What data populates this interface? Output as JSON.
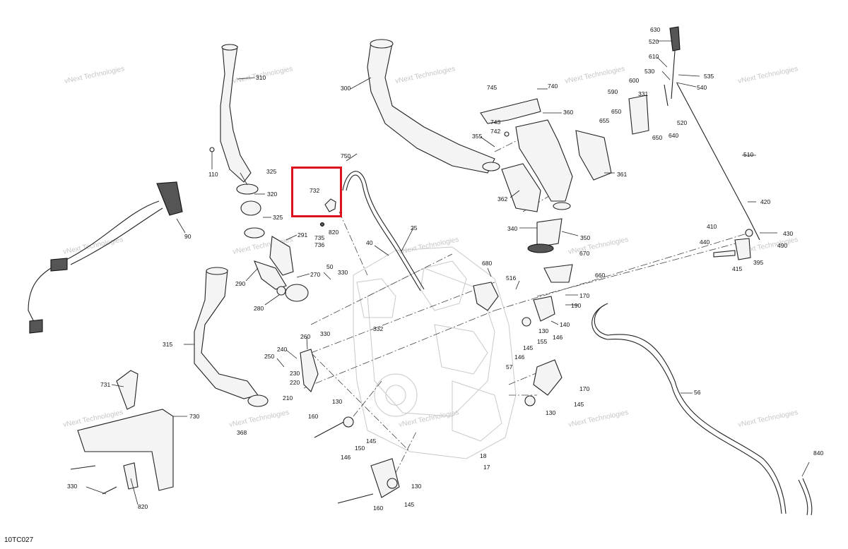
{
  "diagram_code": "10TC027",
  "watermark_text": "vNext Technologies",
  "highlight_color": "#d9141c",
  "highlighted_part": "732",
  "callouts": [
    {
      "id": "c630",
      "label": "630"
    },
    {
      "id": "c520a",
      "label": "520"
    },
    {
      "id": "c610",
      "label": "610"
    },
    {
      "id": "c530",
      "label": "530"
    },
    {
      "id": "c535",
      "label": "535"
    },
    {
      "id": "c600",
      "label": "600"
    },
    {
      "id": "c540",
      "label": "540"
    },
    {
      "id": "c590",
      "label": "590"
    },
    {
      "id": "c331",
      "label": "331"
    },
    {
      "id": "c520b",
      "label": "520"
    },
    {
      "id": "c650a",
      "label": "650"
    },
    {
      "id": "c655",
      "label": "655"
    },
    {
      "id": "c650b",
      "label": "650"
    },
    {
      "id": "c640",
      "label": "640"
    },
    {
      "id": "c510",
      "label": "510"
    },
    {
      "id": "c420",
      "label": "420"
    },
    {
      "id": "c410",
      "label": "410"
    },
    {
      "id": "c430",
      "label": "430"
    },
    {
      "id": "c440",
      "label": "440"
    },
    {
      "id": "c490",
      "label": "490"
    },
    {
      "id": "c415",
      "label": "415"
    },
    {
      "id": "c395",
      "label": "395"
    },
    {
      "id": "c745",
      "label": "745"
    },
    {
      "id": "c740",
      "label": "740"
    },
    {
      "id": "c743",
      "label": "743"
    },
    {
      "id": "c742",
      "label": "742"
    },
    {
      "id": "c360",
      "label": "360"
    },
    {
      "id": "c355",
      "label": "355"
    },
    {
      "id": "c361",
      "label": "361"
    },
    {
      "id": "c362",
      "label": "362"
    },
    {
      "id": "c340",
      "label": "340"
    },
    {
      "id": "c350",
      "label": "350"
    },
    {
      "id": "c300",
      "label": "300"
    },
    {
      "id": "c310",
      "label": "310"
    },
    {
      "id": "c110",
      "label": "110"
    },
    {
      "id": "c325a",
      "label": "325"
    },
    {
      "id": "c320",
      "label": "320"
    },
    {
      "id": "c325b",
      "label": "325"
    },
    {
      "id": "c291",
      "label": "291"
    },
    {
      "id": "c290",
      "label": "290"
    },
    {
      "id": "c270",
      "label": "270"
    },
    {
      "id": "c280",
      "label": "280"
    },
    {
      "id": "c90",
      "label": "90"
    },
    {
      "id": "c750",
      "label": "750"
    },
    {
      "id": "c732",
      "label": "732"
    },
    {
      "id": "c735",
      "label": "735"
    },
    {
      "id": "c736",
      "label": "736"
    },
    {
      "id": "c820a",
      "label": "820"
    },
    {
      "id": "c25",
      "label": "25"
    },
    {
      "id": "c40",
      "label": "40"
    },
    {
      "id": "c50",
      "label": "50"
    },
    {
      "id": "c330a",
      "label": "330"
    },
    {
      "id": "c330b",
      "label": "330"
    },
    {
      "id": "c332",
      "label": "332"
    },
    {
      "id": "c680",
      "label": "680"
    },
    {
      "id": "c516",
      "label": "516"
    },
    {
      "id": "c670",
      "label": "670"
    },
    {
      "id": "c660",
      "label": "660"
    },
    {
      "id": "c170a",
      "label": "170"
    },
    {
      "id": "c190",
      "label": "190"
    },
    {
      "id": "c140",
      "label": "140"
    },
    {
      "id": "c130a",
      "label": "130"
    },
    {
      "id": "c315",
      "label": "315"
    },
    {
      "id": "c260",
      "label": "260"
    },
    {
      "id": "c240",
      "label": "240"
    },
    {
      "id": "c250",
      "label": "250"
    },
    {
      "id": "c230",
      "label": "230"
    },
    {
      "id": "c220",
      "label": "220"
    },
    {
      "id": "c210",
      "label": "210"
    },
    {
      "id": "c368",
      "label": "368"
    },
    {
      "id": "c731",
      "label": "731"
    },
    {
      "id": "c730",
      "label": "730"
    },
    {
      "id": "c330c",
      "label": "330"
    },
    {
      "id": "c820b",
      "label": "820"
    },
    {
      "id": "c160a",
      "label": "160"
    },
    {
      "id": "c130b",
      "label": "130"
    },
    {
      "id": "c57",
      "label": "57"
    },
    {
      "id": "c145a",
      "label": "145"
    },
    {
      "id": "c155",
      "label": "155"
    },
    {
      "id": "c146a",
      "label": "146"
    },
    {
      "id": "c146b",
      "label": "146"
    },
    {
      "id": "c170b",
      "label": "170"
    },
    {
      "id": "c130c",
      "label": "130"
    },
    {
      "id": "c145b",
      "label": "145"
    },
    {
      "id": "c150",
      "label": "150"
    },
    {
      "id": "c145c",
      "label": "145"
    },
    {
      "id": "c146c",
      "label": "146"
    },
    {
      "id": "c130d",
      "label": "130"
    },
    {
      "id": "c18",
      "label": "18"
    },
    {
      "id": "c17",
      "label": "17"
    },
    {
      "id": "c160b",
      "label": "160"
    },
    {
      "id": "c145d",
      "label": "145"
    },
    {
      "id": "c56",
      "label": "56"
    },
    {
      "id": "c840",
      "label": "840"
    }
  ]
}
